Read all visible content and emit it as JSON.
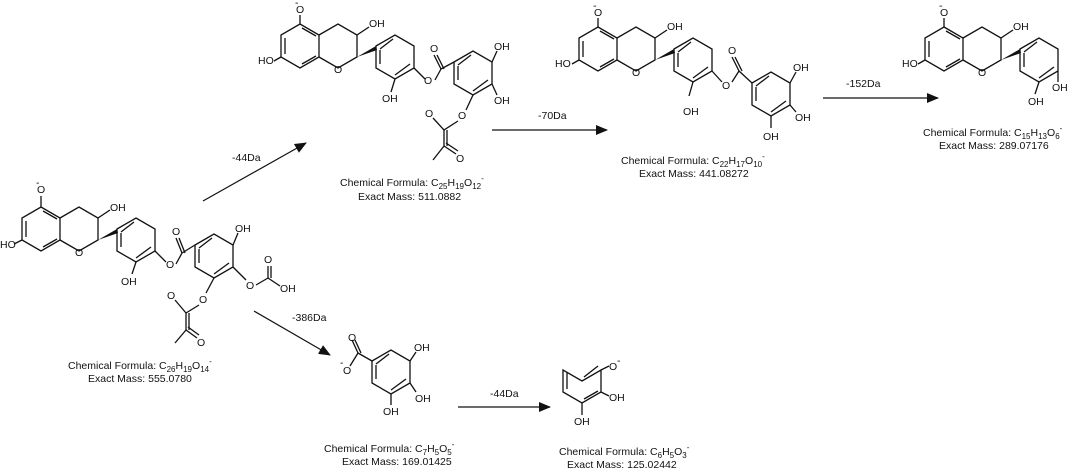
{
  "compounds": [
    {
      "formula_prefix": "Chemical Formula: C",
      "formula_parts": [
        [
          "26",
          "sub"
        ],
        [
          "H",
          ""
        ],
        [
          "19",
          "sub"
        ],
        [
          "O",
          ""
        ],
        [
          "14",
          "sub"
        ],
        [
          "-",
          "sup"
        ]
      ],
      "mass": "Exact Mass: 555.0780"
    },
    {
      "formula_prefix": "Chemical Formula: C",
      "formula_parts": [
        [
          "25",
          "sub"
        ],
        [
          "H",
          ""
        ],
        [
          "19",
          "sub"
        ],
        [
          "O",
          ""
        ],
        [
          "12",
          "sub"
        ],
        [
          "-",
          "sup"
        ]
      ],
      "mass": "Exact Mass: 511.0882"
    },
    {
      "formula_prefix": "Chemical Formula: C",
      "formula_parts": [
        [
          "22",
          "sub"
        ],
        [
          "H",
          ""
        ],
        [
          "17",
          "sub"
        ],
        [
          "O",
          ""
        ],
        [
          "10",
          "sub"
        ],
        [
          "-",
          "sup"
        ]
      ],
      "mass": "Exact Mass: 441.08272"
    },
    {
      "formula_prefix": "Chemical Formula: C",
      "formula_parts": [
        [
          "15",
          "sub"
        ],
        [
          "H",
          ""
        ],
        [
          "13",
          "sub"
        ],
        [
          "O",
          ""
        ],
        [
          "6",
          "sub"
        ],
        [
          "-",
          "sup"
        ]
      ],
      "mass": "Exact Mass: 289.07176"
    },
    {
      "formula_prefix": "Chemical Formula: C",
      "formula_parts": [
        [
          "7",
          "sub"
        ],
        [
          "H",
          ""
        ],
        [
          "5",
          "sub"
        ],
        [
          "O",
          ""
        ],
        [
          "5",
          "sub"
        ],
        [
          "-",
          "sup"
        ]
      ],
      "mass": "Exact Mass: 169.01425"
    },
    {
      "formula_prefix": "Chemical Formula: C",
      "formula_parts": [
        [
          "6",
          "sub"
        ],
        [
          "H",
          ""
        ],
        [
          "5",
          "sub"
        ],
        [
          "O",
          ""
        ],
        [
          "3",
          "sub"
        ],
        [
          "-",
          "sup"
        ]
      ],
      "mass": "Exact Mass: 125.02442"
    }
  ],
  "arrows": [
    {
      "label": "-44Da"
    },
    {
      "label": "-70Da"
    },
    {
      "label": "-152Da"
    },
    {
      "label": "-386Da"
    },
    {
      "label": "-44Da"
    }
  ],
  "atoms": {
    "OH": "OH",
    "HO": "HO",
    "O": "O",
    "O_minus": "O",
    "minus": "-"
  }
}
